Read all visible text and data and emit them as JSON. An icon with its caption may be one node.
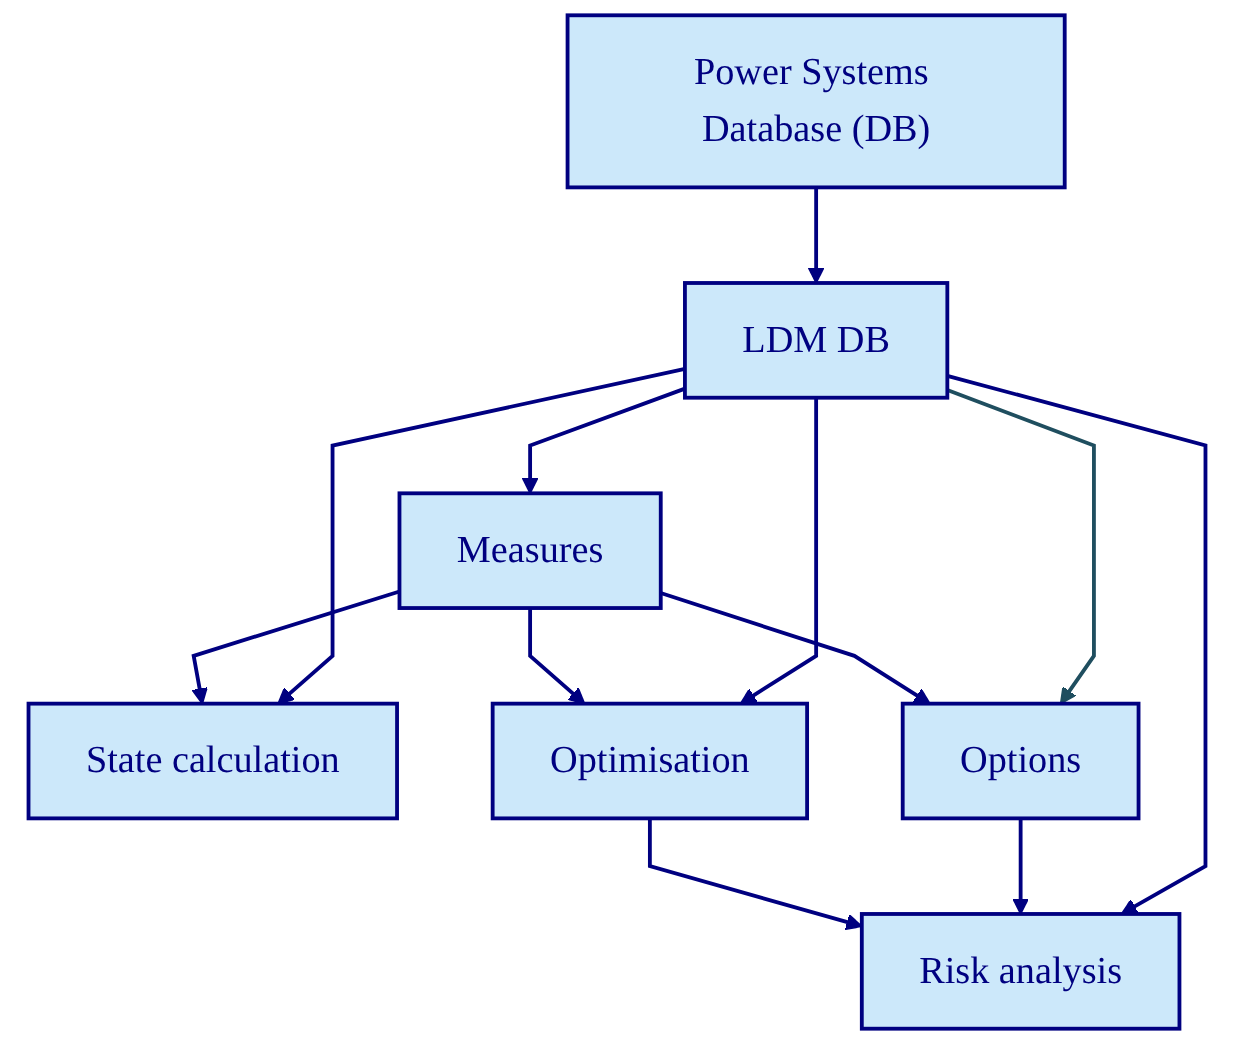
{
  "diagram": {
    "nodes": [
      {
        "text": [
          "Power Systems Database (DB)"
        ]
      },
      {
        "text": [
          "LDM DB"
        ]
      },
      {
        "text": [
          "Measures"
        ]
      },
      {
        "text": [
          "State calculation"
        ]
      },
      {
        "text": [
          "Options"
        ]
      },
      {
        "text": [
          "Optimisation"
        ]
      },
      {
        "text": [
          "Risk analysis"
        ]
      }
    ],
    "edges": [
      {
        "from": 0,
        "to": 1,
        "arrow": "to"
      },
      {
        "from": 1,
        "to": 2,
        "arrow": "to"
      },
      {
        "from": 1,
        "to": 4,
        "arrow": "to",
        "color": "#1f4e5f"
      },
      {
        "from": 1,
        "to": 3,
        "arrow": "to"
      },
      {
        "from": 1,
        "to": 5,
        "arrow": "to"
      },
      {
        "from": 1,
        "to": 6,
        "arrow": "to"
      },
      {
        "from": 2,
        "to": 3,
        "arrow": "to"
      },
      {
        "from": 2,
        "to": 4,
        "arrow": "to"
      },
      {
        "from": 2,
        "to": 5,
        "arrow": "to"
      },
      {
        "from": 4,
        "to": 6,
        "arrow": "to"
      },
      {
        "from": 5,
        "to": 6,
        "arrow": "to"
      }
    ]
  }
}
